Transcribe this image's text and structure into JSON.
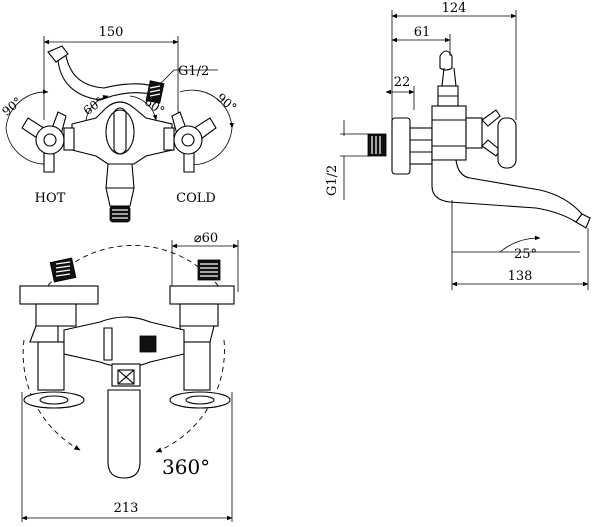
{
  "front_view": {
    "width_dim": "150",
    "thread_label": "G1/2",
    "angle_left": "90°",
    "angle_center_left": "60°",
    "angle_center_right": "60°",
    "angle_right": "90°",
    "hot_label": "HOT",
    "cold_label": "COLD"
  },
  "top_view": {
    "diameter_label": "⌀60",
    "rotation_label": "360°",
    "width_dim": "213"
  },
  "side_view": {
    "overall_dim": "124",
    "upper_dim": "61",
    "nut_dim": "22",
    "thread_label": "G1/2",
    "spout_angle": "25°",
    "spout_dim": "138"
  }
}
